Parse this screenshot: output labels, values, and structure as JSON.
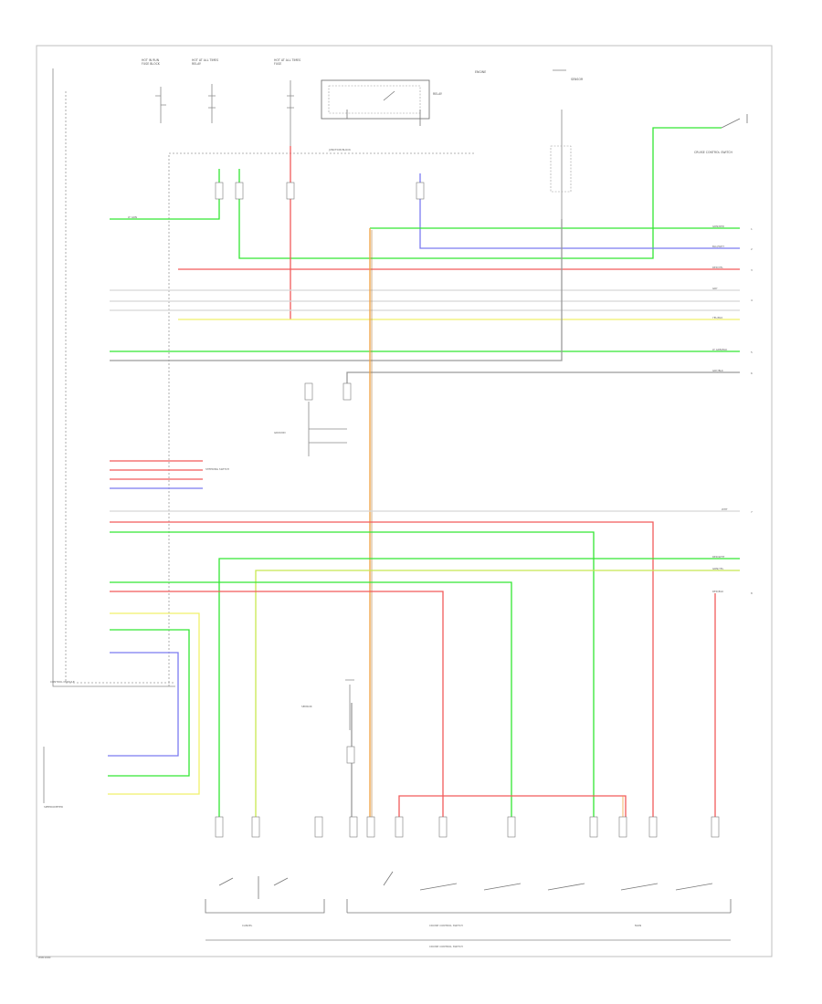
{
  "figure_id": "W001000",
  "colors": {
    "green": "#33e633",
    "red": "#f25a5a",
    "blue": "#7b7bf0",
    "yellow": "#f0f06a",
    "orange": "#f0a040",
    "brown": "#b07830",
    "gray": "#9a9a9a",
    "light": "#d8d8d8"
  },
  "components": {
    "hot_fuse_1": "HOT IN RUN",
    "hot_fuse_1b": "FUSE BLOCK",
    "hot_fuse_2": "HOT AT ALL TIMES",
    "hot_fuse_2b": "RELAY",
    "hot_fuse_3": "HOT AT ALL TIMES",
    "hot_fuse_3b": "FUSE",
    "relay_box": "RELAY",
    "fuse_block": "JUNCTION BLOCK",
    "top_right_label": "ENGINE",
    "right_component": "CRUISE CONTROL SWITCH",
    "left_module": "CONTROL MODULE",
    "sensor": "SENSOR",
    "body_ground": "GROUND",
    "steering_switch": "STEERING SWITCH",
    "bottom_left_module": "SPEEDOMETER",
    "sw_left": "CANCEL",
    "sw_mid": "CRUISE CONTROL SWITCH",
    "sw_right": "MAIN",
    "bottom_bus": "CRUISE CONTROL SWITCH"
  },
  "wire_labels": {
    "w1": "LT GRN",
    "w2": "GRN/RED",
    "w3": "BLU/WHT",
    "w4": "RED/YEL",
    "w5": "GRY",
    "w6": "YEL/BLK",
    "w7": "LT GRN/BLK",
    "w8": "GRY/BLK",
    "w9": "WHT",
    "w10": "RED/WHT",
    "w11": "GRN/YEL",
    "w12": "RED/BLU"
  },
  "terminals": {
    "t1": "1",
    "t2": "2",
    "t3": "3",
    "t4": "4",
    "t5": "5",
    "t6": "6",
    "t7": "7",
    "t8": "8"
  }
}
